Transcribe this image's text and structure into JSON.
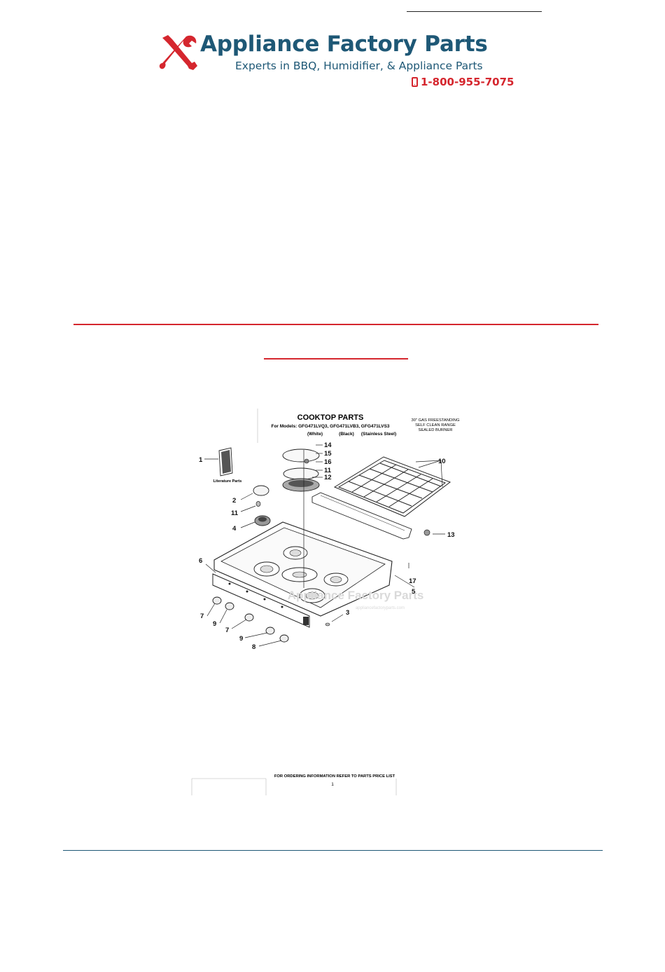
{
  "brand": {
    "name": "Appliance Factory Parts",
    "tagline": "Experts in BBQ, Humidifier, & Appliance Parts",
    "phone": "1-800-955-7075",
    "colors": {
      "primary": "#1e5876",
      "accent": "#d5262e"
    }
  },
  "diagram": {
    "title": "COOKTOP PARTS",
    "models_line": "For Models: GFG471LVQ3, GFG471LVB3, GFG471LVS3",
    "finishes": [
      "(White)",
      "(Black)",
      "(Stainless Steel)"
    ],
    "range_info": [
      "30\" GAS FREESTANDING",
      "SELF CLEAN RANGE",
      "SEALED BURNER"
    ],
    "literature_label": "Literature Parts",
    "watermark": "Appliance Factory Parts",
    "watermark_url": "appliancefactoryparts.com",
    "footer_note": "FOR ORDERING INFORMATION REFER TO PARTS PRICE LIST",
    "page_number": "1",
    "callouts": [
      "1",
      "2",
      "11",
      "4",
      "6",
      "7",
      "9",
      "7",
      "9",
      "8",
      "14",
      "15",
      "16",
      "11",
      "12",
      "10",
      "13",
      "17",
      "5",
      "3"
    ]
  }
}
